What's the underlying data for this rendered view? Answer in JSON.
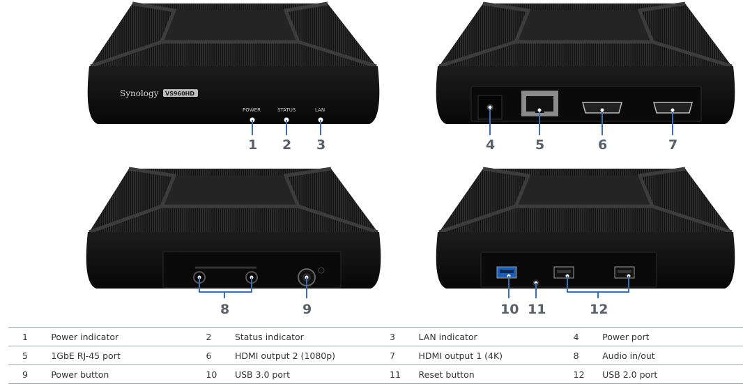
{
  "panels": {
    "front": {
      "brand": "Synology",
      "model": "VS960HD",
      "indicators": [
        "POWER",
        "STATUS",
        "LAN"
      ],
      "callouts": [
        "1",
        "2",
        "3"
      ]
    },
    "back": {
      "callouts": [
        "4",
        "5",
        "6",
        "7"
      ]
    },
    "left_side": {
      "callouts": [
        "8",
        "9"
      ]
    },
    "right_side": {
      "callouts": [
        "10",
        "11",
        "12"
      ]
    }
  },
  "legend": [
    [
      {
        "num": "1",
        "label": "Power indicator"
      },
      {
        "num": "2",
        "label": "Status indicator"
      },
      {
        "num": "3",
        "label": "LAN indicator"
      },
      {
        "num": "4",
        "label": "Power port"
      }
    ],
    [
      {
        "num": "5",
        "label": "1GbE RJ-45 port"
      },
      {
        "num": "6",
        "label": "HDMI output 2 (1080p)"
      },
      {
        "num": "7",
        "label": "HDMI output 1 (4K)"
      },
      {
        "num": "8",
        "label": "Audio in/out"
      }
    ],
    [
      {
        "num": "9",
        "label": "Power button"
      },
      {
        "num": "10",
        "label": "USB 3.0 port"
      },
      {
        "num": "11",
        "label": "Reset button"
      },
      {
        "num": "12",
        "label": "USB 2.0 port"
      }
    ]
  ],
  "colors": {
    "callout_line": "#3a6fb5",
    "callout_text": "#59606a",
    "device_body": "#111111",
    "led": "#ffffff"
  }
}
